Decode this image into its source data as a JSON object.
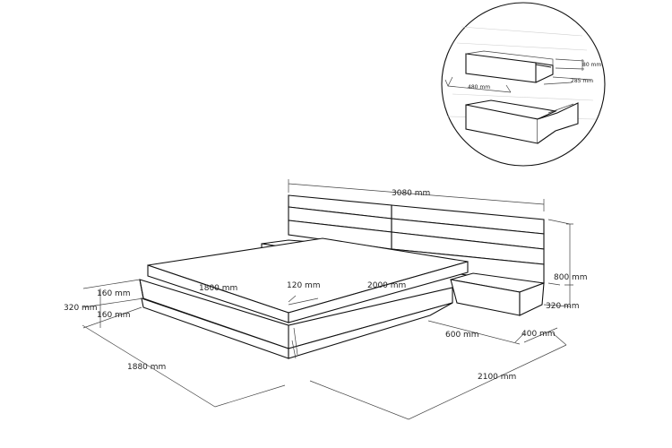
{
  "dimensions": {
    "headboard_width": "3080 mm",
    "mattress_width": "1800 mm",
    "mattress_offset": "120 mm",
    "mattress_length": "2000 mm",
    "headboard_height": "800 mm",
    "side_table_height": "320 mm",
    "side_table_depth": "400 mm",
    "side_table_width": "600 mm",
    "total_length": "2100 mm",
    "total_width": "1880 mm",
    "base_height": "320 mm",
    "base_upper": "160 mm",
    "base_lower": "160 mm"
  },
  "detail": {
    "drawer_height": "80 mm",
    "drawer_depth": "285 mm",
    "drawer_width": "480 mm"
  }
}
